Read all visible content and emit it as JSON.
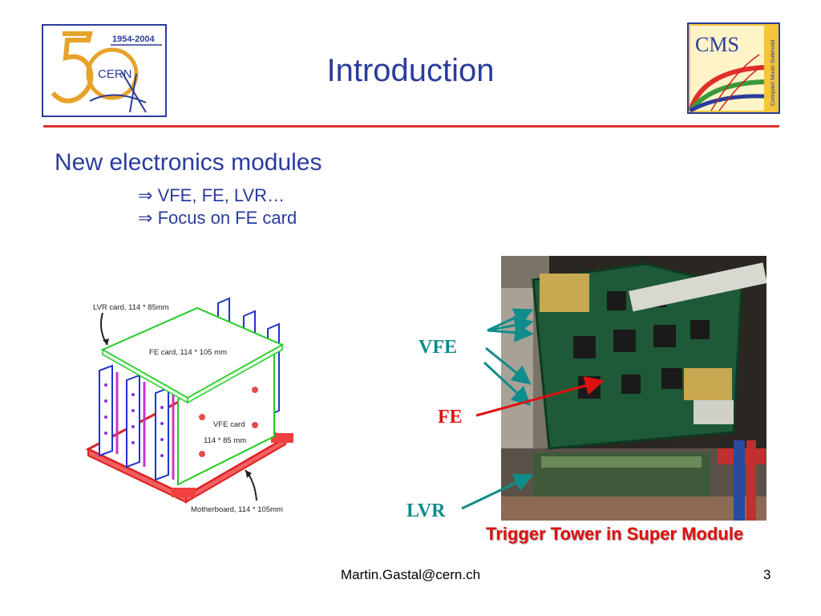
{
  "slide": {
    "title": "Introduction",
    "heading": "New electronics modules",
    "bullets": [
      "VFE, FE, LVR…",
      "Focus on FE card"
    ],
    "bullet_symbol": "⇒"
  },
  "logos": {
    "cern": {
      "years": "1954-2004",
      "name": "CERN",
      "big_number": "50"
    },
    "cms": {
      "name": "CMS",
      "side_text": "Compact Muon Solenoid"
    }
  },
  "diagram": {
    "lvr_label": "LVR card, 114 * 85mm",
    "fe_label": "FE card, 114 * 105 mm",
    "vfe_label_1": "VFE card",
    "vfe_label_2": "114 * 85 mm",
    "motherboard_label": "Motherboard, 114 * 105mm"
  },
  "photo_labels": {
    "vfe": "VFE",
    "fe": "FE",
    "lvr": "LVR"
  },
  "caption": "Trigger Tower in Super Module",
  "footer": {
    "email": "Martin.Gastal@cern.ch",
    "page": "3"
  },
  "colors": {
    "title": "#2a3c9c",
    "rule": "#e0302a",
    "teal": "#0f8c8c",
    "red": "#e01010"
  }
}
